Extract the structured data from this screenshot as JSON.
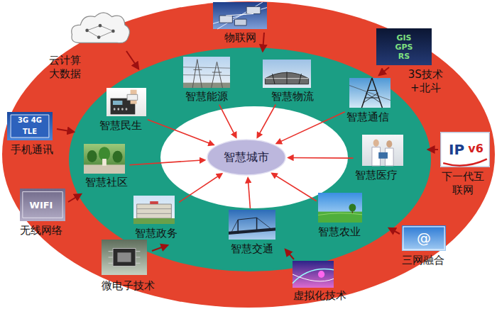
{
  "diagram": {
    "nodes": [
      {
        "text": [
          "物联网"
        ]
      },
      {
        "text": [
          "云计算 大数据"
        ]
      },
      {
        "text": [
          "3S技术 +北斗"
        ]
      },
      {
        "text": [
          "智慧能源"
        ]
      },
      {
        "text": [
          "智慧物流"
        ]
      },
      {
        "text": [
          "智慧民生"
        ]
      },
      {
        "text": [
          "智慧通信"
        ]
      },
      {
        "text": [
          "手机通讯"
        ]
      },
      {
        "text": [
          "智慧城市"
        ]
      },
      {
        "text": [
          "智慧社区"
        ]
      },
      {
        "text": [
          "智慧医疗"
        ]
      },
      {
        "text": [
          "下一代互联网"
        ]
      },
      {
        "text": [
          "无线网络"
        ]
      },
      {
        "text": [
          "智慧政务"
        ]
      },
      {
        "text": [
          "智慧农业"
        ]
      },
      {
        "text": [
          "智慧交通"
        ]
      },
      {
        "text": [
          "三网融合"
        ]
      },
      {
        "text": [
          "微电子技术"
        ]
      },
      {
        "text": [
          "虚拟化技术"
        ]
      }
    ],
    "edges": [
      {
        "from": 3,
        "to": 8,
        "arrow": "to"
      },
      {
        "from": 4,
        "to": 8,
        "arrow": "to"
      },
      {
        "from": 5,
        "to": 8,
        "arrow": "to"
      },
      {
        "from": 6,
        "to": 8,
        "arrow": "to"
      },
      {
        "from": 9,
        "to": 8,
        "arrow": "to"
      },
      {
        "from": 10,
        "to": 8,
        "arrow": "to"
      },
      {
        "from": 13,
        "to": 8,
        "arrow": "to"
      },
      {
        "from": 14,
        "to": 8,
        "arrow": "to"
      },
      {
        "from": 15,
        "to": 8,
        "arrow": "to"
      }
    ],
    "labels": [
      "3G 4G",
      "TLE",
      "WIFI",
      "GIS",
      "GPS",
      "RS",
      "IP",
      "v6",
      "@"
    ]
  }
}
